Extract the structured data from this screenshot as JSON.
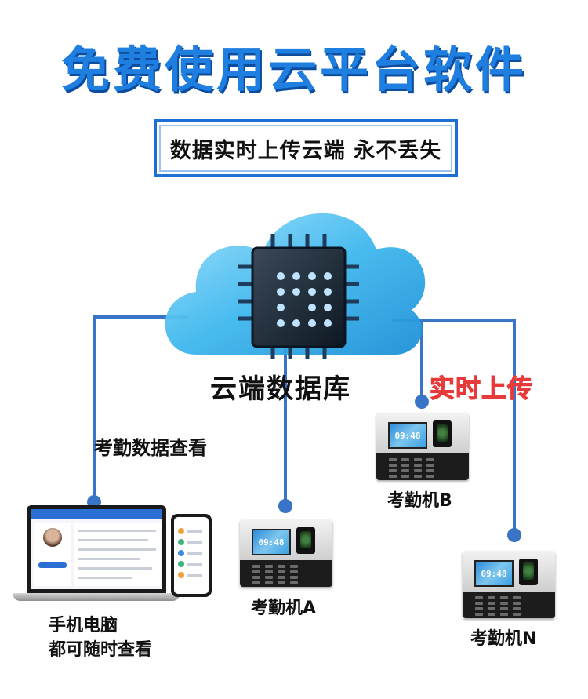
{
  "title": "免费使用云平台软件",
  "subtitle": "数据实时上传云端  永不丢失",
  "cloud": {
    "label": "云端数据库",
    "icon": "chip-icon"
  },
  "realtime_label": "实时上传",
  "view_label": "考勤数据查看",
  "pc": {
    "label_line1": "手机电脑",
    "label_line2": "都可随时查看"
  },
  "devices": [
    {
      "name": "考勤机A",
      "time": "09:48"
    },
    {
      "name": "考勤机B",
      "time": "09:48"
    },
    {
      "name": "考勤机N",
      "time": "09:48"
    }
  ],
  "colors": {
    "title_blue": "#1f7fe0",
    "line_blue": "#3a74c6",
    "accent_red": "#e83a3a",
    "cloud_cyan": "#39b4ea"
  }
}
